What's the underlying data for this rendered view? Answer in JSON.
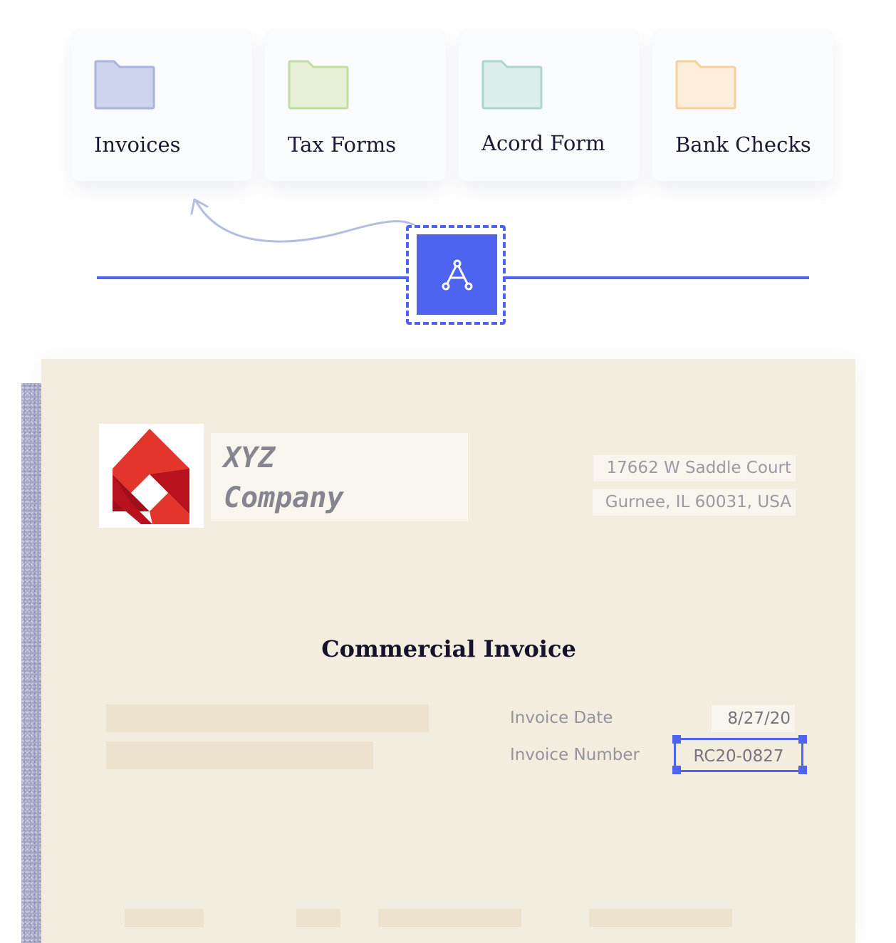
{
  "folders": [
    {
      "label": "Invoices",
      "icon": "folder-icon",
      "fill": "#cdd4ee",
      "stroke": "#a9b3de"
    },
    {
      "label": "Tax Forms",
      "icon": "folder-icon",
      "fill": "#e6f1d8",
      "stroke": "#c3dc9f"
    },
    {
      "label": "Acord Form",
      "icon": "folder-icon",
      "fill": "#dceee9",
      "stroke": "#a9d7ca"
    },
    {
      "label": "Bank Checks",
      "icon": "folder-icon",
      "fill": "#fdeedb",
      "stroke": "#f6cf9c"
    }
  ],
  "pipeline": {
    "icon": "ai-model-icon",
    "accent": "#4f63f1"
  },
  "document": {
    "company": {
      "line1": "XYZ",
      "line2": "Company"
    },
    "address": {
      "line1": "17662 W Saddle Court",
      "line2": "Gurnee, IL 60031, USA"
    },
    "title": "Commercial Invoice",
    "fields": {
      "invoice_date": {
        "label": "Invoice Date",
        "value": "8/27/20"
      },
      "invoice_number": {
        "label": "Invoice Number",
        "value": "RC20-0827"
      }
    },
    "logo_color": "#e03028"
  }
}
